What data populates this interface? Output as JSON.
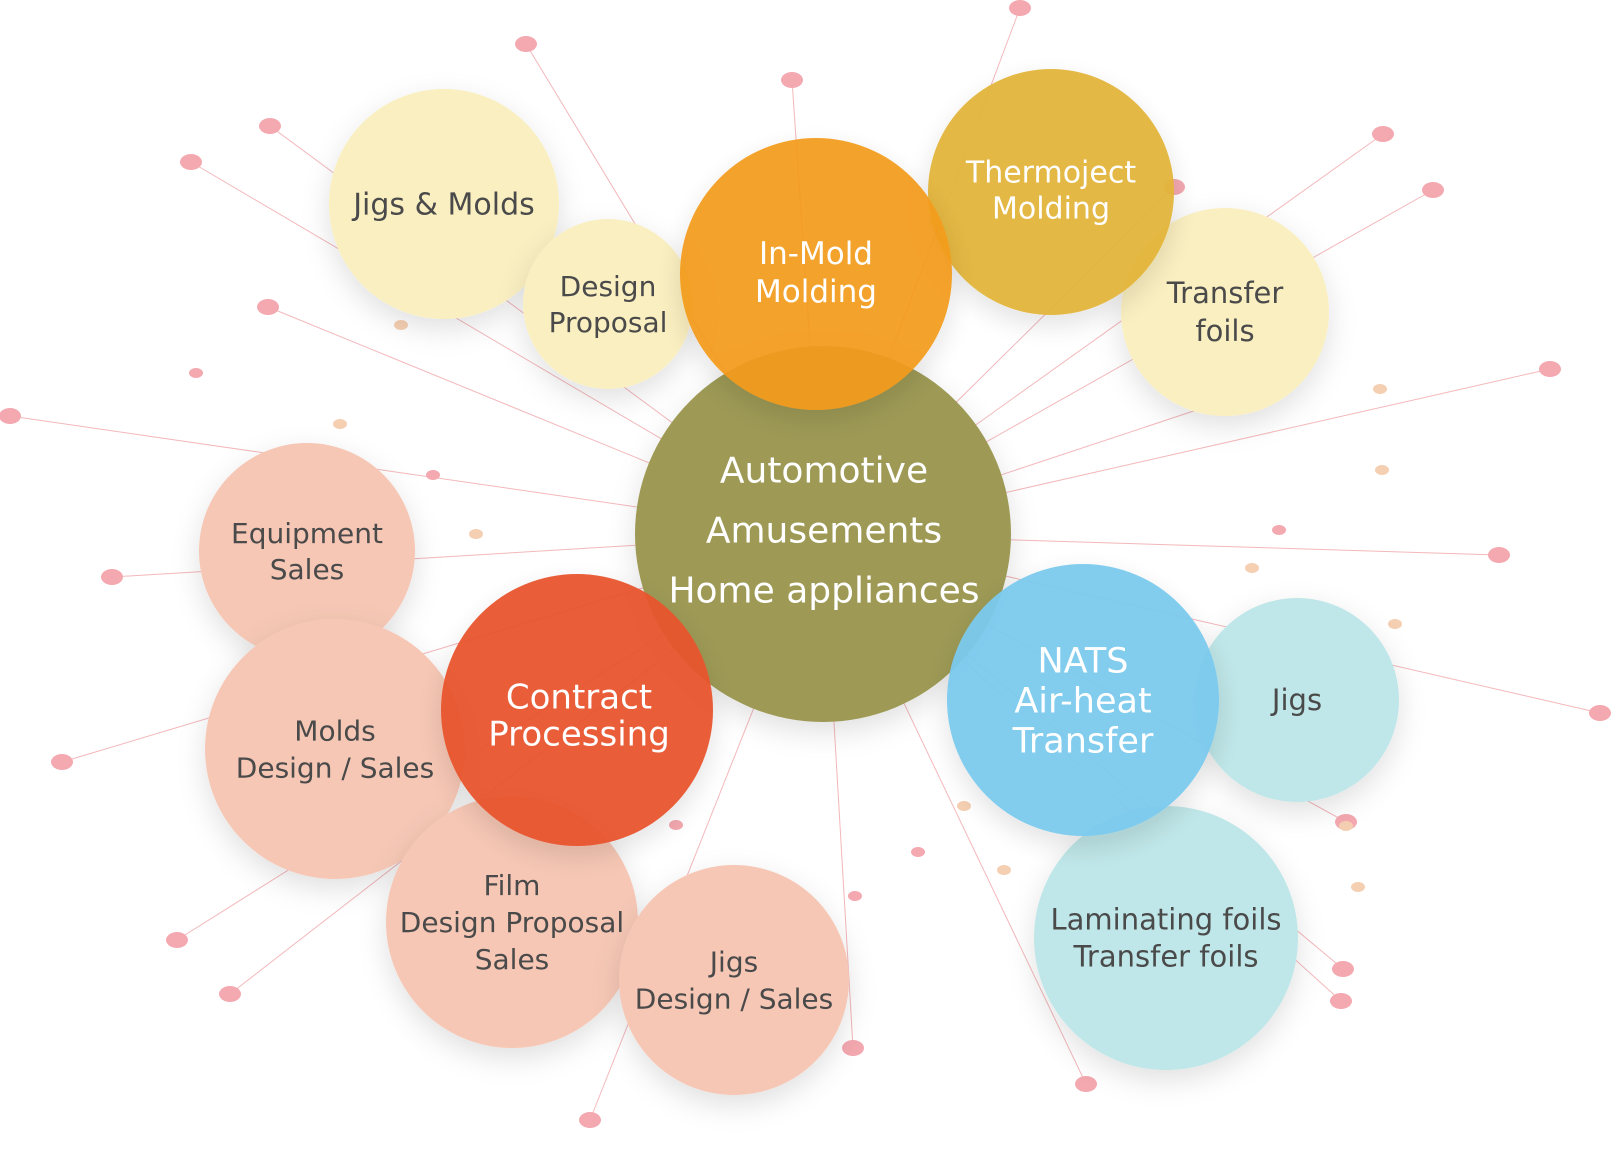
{
  "colors": {
    "center": "#9e9a57",
    "in_mold": "#f39b1f",
    "thermoject": "#e3b53a",
    "contract": "#e8542e",
    "nats": "#7ccaee",
    "pale_yellow": "#faefc1",
    "salmon": "#f6c7b5",
    "pale_cyan": "#bfe6e8",
    "connector": "#f0a0a5",
    "dot_pink": "#f4a8b0",
    "dot_peach": "#f5cfb2"
  },
  "center": {
    "lines": [
      "Automotive",
      "Amusements",
      "Home appliances"
    ]
  },
  "hubs": {
    "in_mold": {
      "lines": [
        "In-Mold",
        "Molding"
      ]
    },
    "thermoject": {
      "lines": [
        "Thermoject",
        "Molding"
      ]
    },
    "contract": {
      "lines": [
        "Contract",
        "Processing"
      ]
    },
    "nats": {
      "lines": [
        "NATS",
        "Air-heat",
        "Transfer"
      ]
    }
  },
  "leaves": {
    "jigs_molds": {
      "lines": [
        "Jigs & Molds"
      ]
    },
    "design_proposal": {
      "lines": [
        "Design",
        "Proposal"
      ]
    },
    "transfer_foils": {
      "lines": [
        "Transfer",
        "foils"
      ]
    },
    "equipment_sales": {
      "lines": [
        "Equipment",
        "Sales"
      ]
    },
    "molds_design_sales": {
      "lines": [
        "Molds",
        "Design / Sales"
      ]
    },
    "film": {
      "lines": [
        "Film",
        "Design Proposal",
        "Sales"
      ]
    },
    "jigs_design_sales": {
      "lines": [
        "Jigs",
        "Design / Sales"
      ]
    },
    "jigs": {
      "lines": [
        "Jigs"
      ]
    },
    "laminating": {
      "lines": [
        "Laminating foils",
        "Transfer foils"
      ]
    }
  }
}
